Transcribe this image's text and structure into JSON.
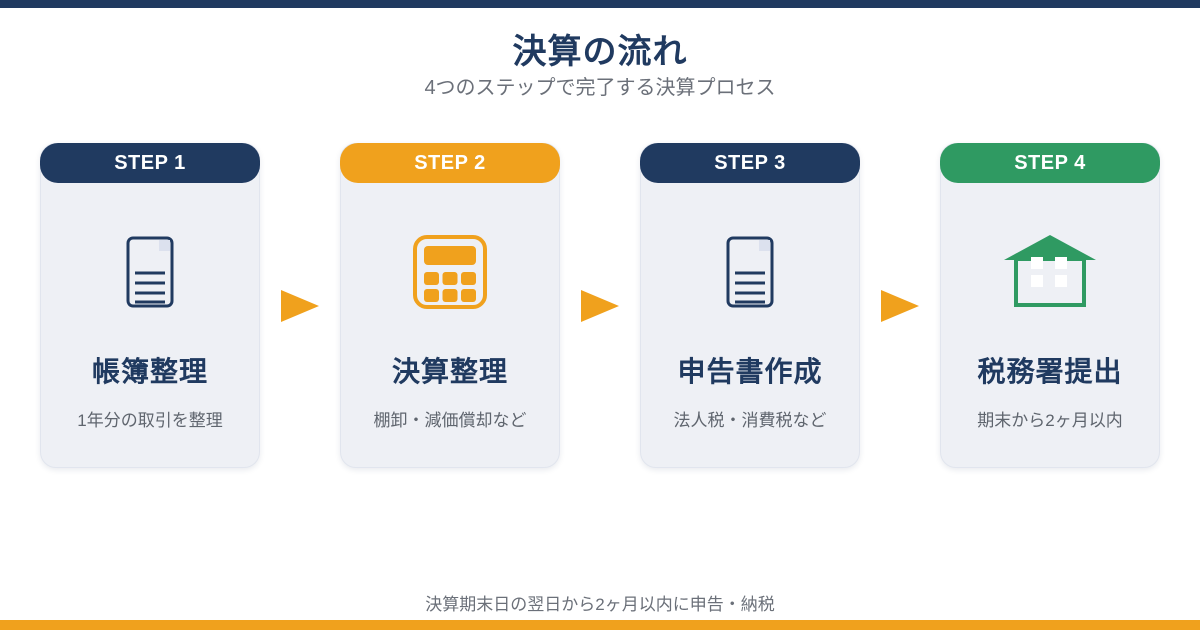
{
  "page": {
    "title": "決算の流れ",
    "subtitle": "4つのステップで完了する決算プロセス",
    "footer_note": "決算期末日の翌日から2ヶ月以内に申告・納税"
  },
  "colors": {
    "navy": "#203A60",
    "orange": "#F0A11D",
    "green": "#2F9A62",
    "card_bg": "#EEF0F5",
    "text_gray": "#6B7079",
    "caption_gray": "#5F656E",
    "document_fold": "#DCE1EE",
    "white": "#FFFFFF"
  },
  "steps": [
    {
      "label": "STEP 1",
      "title": "帳簿整理",
      "caption": "1年分の取引を整理",
      "icon": "document-icon",
      "header_color": "#203A60"
    },
    {
      "label": "STEP 2",
      "title": "決算整理",
      "caption": "棚卸・減価償却など",
      "icon": "calculator-icon",
      "header_color": "#F0A11D"
    },
    {
      "label": "STEP 3",
      "title": "申告書作成",
      "caption": "法人税・消費税など",
      "icon": "document-icon",
      "header_color": "#203A60"
    },
    {
      "label": "STEP 4",
      "title": "税務署提出",
      "caption": "期末から2ヶ月以内",
      "icon": "building-icon",
      "header_color": "#2F9A62"
    }
  ],
  "arrows": {
    "direction": "right",
    "color": "#F0A11D"
  }
}
